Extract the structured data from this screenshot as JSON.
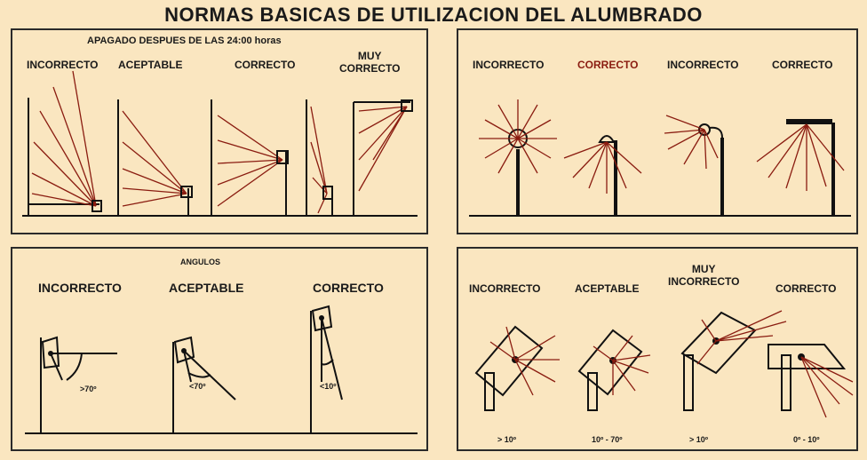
{
  "title": "NORMAS BASICAS DE UTILIZACION DEL ALUMBRADO",
  "panel_tl": {
    "note": "APAGADO DESPUES DE LAS 24:00 horas",
    "labels": [
      "INCORRECTO",
      "ACEPTABLE",
      "CORRECTO",
      "MUY\nCORRECTO"
    ]
  },
  "panel_tr": {
    "labels": [
      "INCORRECTO",
      "CORRECTO",
      "INCORRECTO",
      "CORRECTO"
    ]
  },
  "panel_bl": {
    "heading": "ANGULOS",
    "labels": [
      "INCORRECTO",
      "ACEPTABLE",
      "CORRECTO"
    ],
    "angles": [
      ">70º",
      "<70º",
      "<10º"
    ]
  },
  "panel_br": {
    "labels": [
      "INCORRECTO",
      "ACEPTABLE",
      "MUY\nINCORRECTO",
      "CORRECTO"
    ],
    "angles": [
      "> 10º",
      "10º - 70º",
      "> 10º",
      "0º - 10º"
    ]
  },
  "colors": {
    "background": "#fae6c0",
    "rays": "#8a1c10",
    "ink": "#111111"
  }
}
